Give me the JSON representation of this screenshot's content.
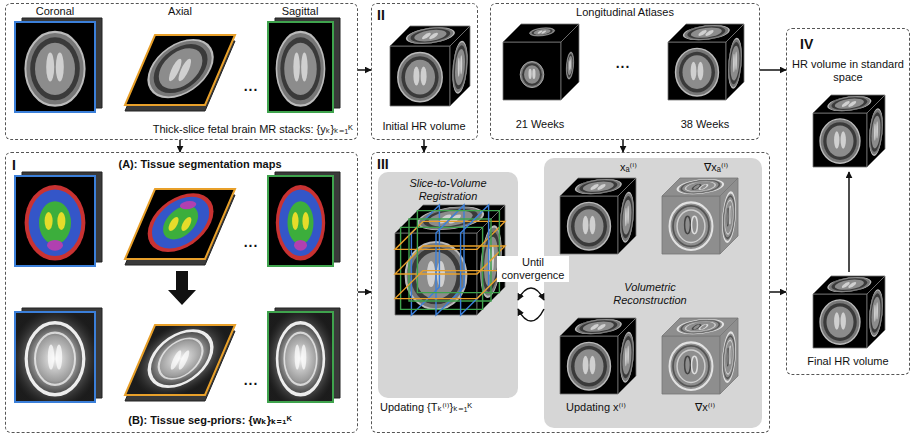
{
  "diagram": {
    "nodes": [
      {
        "text": [
          "Thick-slice fetal brain MR stacks: {yₖ}ₖ₌₁ᴷ"
        ]
      },
      {
        "text": [
          "II",
          "Initial HR volume"
        ]
      },
      {
        "text": [
          "Longitudinal Atlases",
          "..."
        ]
      },
      {
        "text": [
          "IV",
          "HR volume in standard space",
          "Final HR volume"
        ]
      },
      {
        "text": [
          "I",
          "(A): Tissue segmentation maps",
          "(B): Tissue seg-priors: {wₖ}ₖ₌₁ᴷ"
        ]
      },
      {
        "text": [
          "III"
        ]
      },
      {
        "text": [
          "Slice-to-Volume Registration"
        ],
        "in": 5
      },
      {
        "text": [
          "Volumetric Reconstruction"
        ],
        "in": 5
      }
    ],
    "edges": [
      {
        "from": 0,
        "to": 1,
        "arrow": "to"
      },
      {
        "from": 0,
        "to": 4,
        "arrow": "to"
      },
      {
        "from": 1,
        "to": 5,
        "arrow": "to"
      },
      {
        "from": 2,
        "to": 5,
        "arrow": "to"
      },
      {
        "from": 2,
        "to": 3,
        "arrow": "to"
      },
      {
        "from": 4,
        "to": 5,
        "arrow": "to"
      },
      {
        "from": 5,
        "to": 3,
        "arrow": "to"
      },
      {
        "from": 6,
        "to": 7,
        "label": "Until convergence",
        "arrow": "both"
      }
    ],
    "labels": [
      "Coronal",
      "Axial",
      "Sagittal",
      "...",
      "...",
      "...",
      "21 Weeks",
      "38 Weeks",
      "Updating {Tₖ⁽ⁱ⁾}ₖ₌₁ᴷ",
      "xₐ⁽ⁱ⁾",
      "∇xₐ⁽ⁱ⁾",
      "Updating x⁽ⁱ⁾",
      "∇x⁽ⁱ⁾"
    ]
  }
}
